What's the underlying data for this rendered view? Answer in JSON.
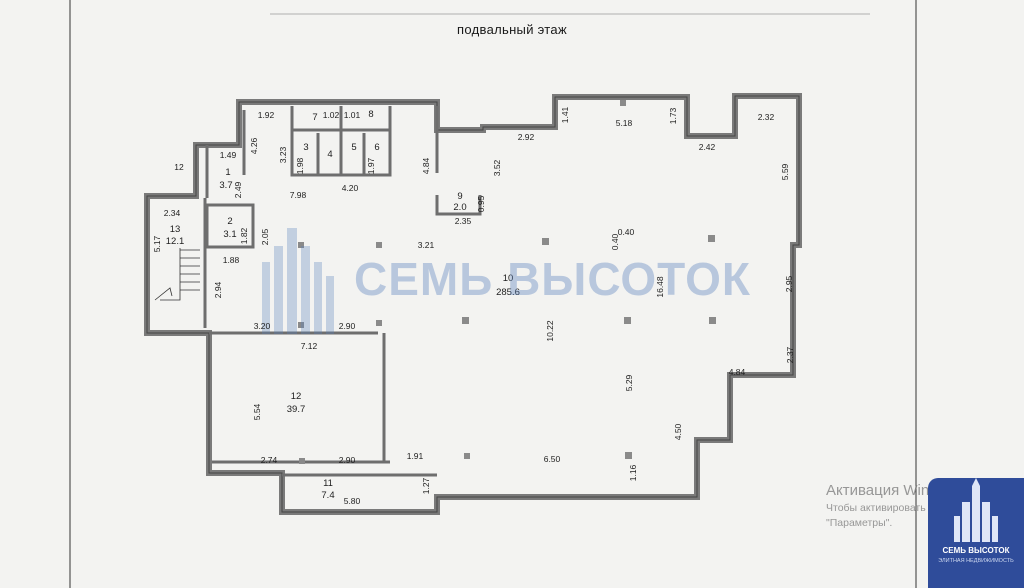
{
  "page_title": "подвальный этаж",
  "watermark": {
    "text": "СЕМЬ ВЫСОТОК"
  },
  "rooms": [
    {
      "number": "1",
      "area": "3.7"
    },
    {
      "number": "2",
      "area": "3.1"
    },
    {
      "number": "3",
      "area": ""
    },
    {
      "number": "4",
      "area": ""
    },
    {
      "number": "5",
      "area": ""
    },
    {
      "number": "6",
      "area": ""
    },
    {
      "number": "7",
      "area": ""
    },
    {
      "number": "8",
      "area": ""
    },
    {
      "number": "9",
      "area": "2.0"
    },
    {
      "number": "10",
      "area": "285.6"
    },
    {
      "number": "11",
      "area": "7.4"
    },
    {
      "number": "12",
      "area": "39.7"
    },
    {
      "number": "13",
      "area": "12.1"
    }
  ],
  "dimensions": [
    "1.92",
    "1.02",
    "1.01",
    "4.26",
    "3.23",
    "1.98",
    "1.97",
    "7.98",
    "4.20",
    "4.84",
    "3.52",
    "2.92",
    "1.41",
    "5.18",
    "1.73",
    "2.42",
    "2.32",
    "5.59",
    "1.49",
    "2.49",
    "2.34",
    "5.17",
    "1.82",
    "2.05",
    "1.88",
    "2.94",
    "0.95",
    "2.35",
    "3.21",
    "0.40",
    "0.40",
    "16.48",
    "2.95",
    "3.20",
    "2.90",
    "7.12",
    "10.22",
    "5.54",
    "2.37",
    "4.84",
    "5.29",
    "4.50",
    "2.74",
    "2.90",
    "1.91",
    "6.50",
    "1.16",
    "1.27",
    "5.80",
    "12"
  ],
  "activation": {
    "title": "Активация Windows",
    "line1": "Чтобы активировать Windows, пере",
    "line2": "\"Параметры\"."
  },
  "badge": {
    "name": "СЕМЬ ВЫСОТОК",
    "sub": "ЭЛИТНАЯ НЕДВИЖИМОСТЬ"
  },
  "colors": {
    "wall": "#8e8e8e",
    "wall_stroke": "#555555",
    "paper": "#f3f3f1",
    "watermark": "#5a82be",
    "badge": "#2f4c9a"
  }
}
